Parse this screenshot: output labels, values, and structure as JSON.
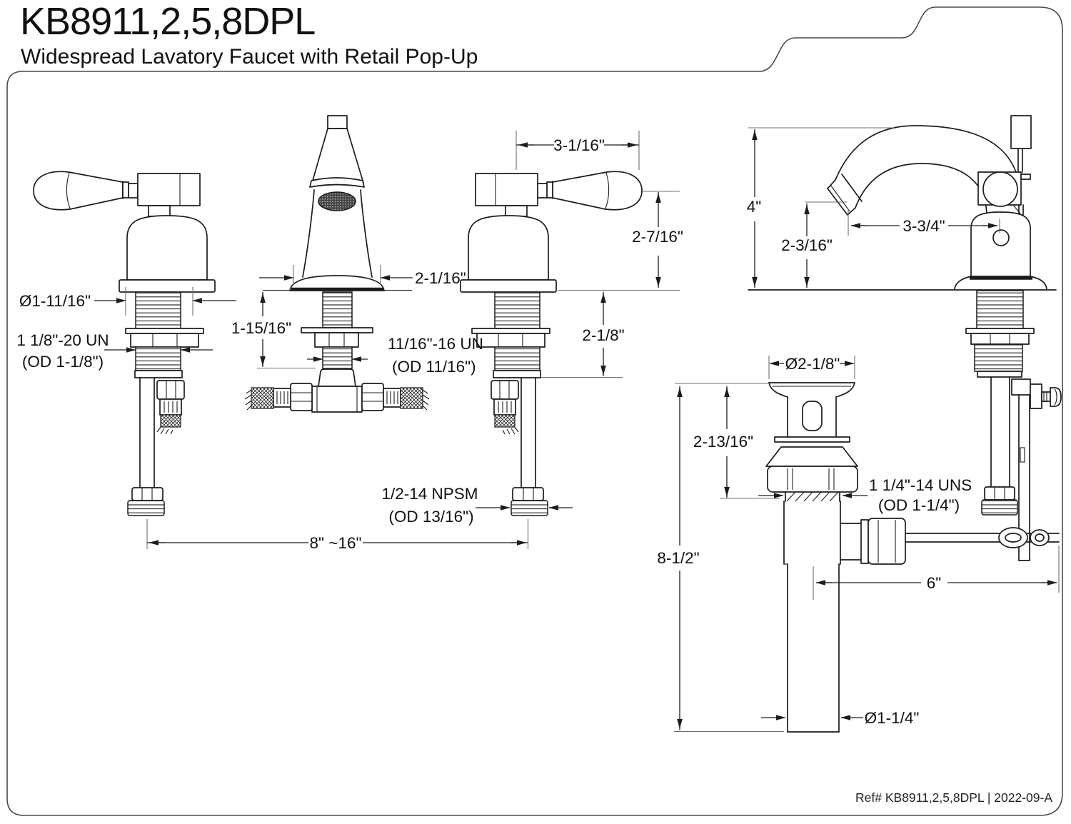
{
  "page": {
    "title": "KB8911,2,5,8DPL",
    "subtitle": "Widespread Lavatory Faucet with Retail Pop-Up",
    "footer": "Ref# KB8911,2,5,8DPL | 2022-09-A"
  },
  "diagram": {
    "views": {
      "left_handle": "widespread handle (left, side view)",
      "center_spout": "widespread spout with tee supply",
      "right_handle": "widespread handle (right, side view)",
      "faucet_profile": "single-hole faucet with pop-up lift rod (side profile)",
      "popup_drain": "retail pop-up drain assembly"
    },
    "dims": {
      "dia_1_11_16": "Ø1-11/16\"",
      "thread_1_1_8": "1 1/8\"-20 UN",
      "thread_1_1_8_od": "(OD 1-1/8\")",
      "dim_2_1_16": "2-1/16\"",
      "dim_1_15_16": "1-15/16\"",
      "thread_11_16": "11/16\"-16 UN",
      "thread_11_16_od": "(OD 11/16\")",
      "dim_3_1_16": "3-1/16\"",
      "dim_2_7_16": "2-7/16\"",
      "dim_2_1_8": "2-1/8\"",
      "thread_npsm": "1/2-14 NPSM",
      "thread_npsm_od": "(OD 13/16\")",
      "dim_spread": "8\" ~16\"",
      "dim_4": "4\"",
      "dim_2_3_16": "2-3/16\"",
      "dim_3_3_4": "3-3/4\"",
      "dia_2_1_8": "Ø2-1/8\"",
      "dim_2_13_16": "2-13/16\"",
      "thread_uns": "1 1/4\"-14 UNS",
      "thread_uns_od": "(OD 1-1/4\")",
      "dim_8_1_2": "8-1/2\"",
      "dim_6": "6\"",
      "dia_1_1_4": "Ø1-1/4\""
    }
  }
}
